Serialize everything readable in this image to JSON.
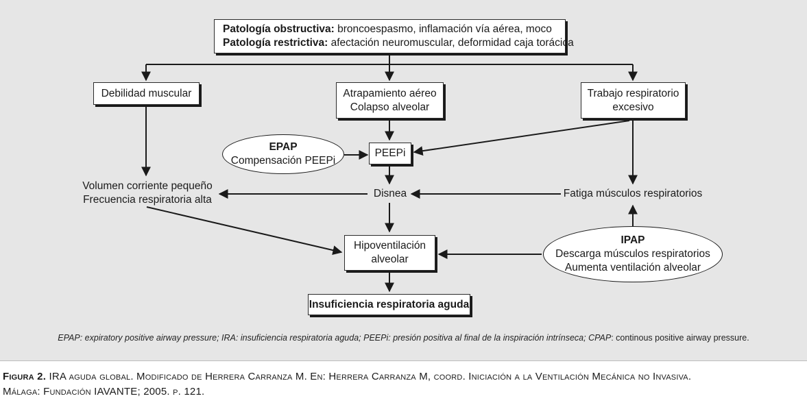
{
  "top_box": {
    "line1_bold": "Patología obstructiva:",
    "line1_text": " broncoespasmo, inflamación vía aérea, moco",
    "line2_bold": "Patología restrictiva:",
    "line2_text": " afectación neuromuscular, deformidad caja torácica"
  },
  "nodes": {
    "debilidad": "Debilidad muscular",
    "atrapamiento_1": "Atrapamiento aéreo",
    "atrapamiento_2": "Colapso alveolar",
    "trabajo_1": "Trabajo respiratorio",
    "trabajo_2": "excesivo",
    "epap_title": "EPAP",
    "epap_text": "Compensación PEEPi",
    "peepi": "PEEPi",
    "volumen_1": "Volumen corriente pequeño",
    "volumen_2": "Frecuencia respiratoria alta",
    "disnea": "Disnea",
    "fatiga": "Fatiga músculos respiratorios",
    "hipo_1": "Hipoventilación",
    "hipo_2": "alveolar",
    "ipap_title": "IPAP",
    "ipap_1": "Descarga músculos respiratorios",
    "ipap_2": "Aumenta ventilación alveolar",
    "ira": "Insuficiencia respiratoria aguda"
  },
  "legend": {
    "t1": "EPAP",
    "d1": ": expiratory positive airway pressure;",
    "t2": " IRA",
    "d2": ": insuficiencia respiratoria aguda;",
    "t3": " PEEPi",
    "d3": ": presión positiva al final de la inspiración intrínseca;",
    "t4": "  CPAP",
    "d4": ": continous positive airway pressure."
  },
  "caption": {
    "fig_label": "Figura 2.",
    "line1": " IRA aguda global. Modificado de Herrera Carranza M. En: Herrera Carranza M, coord. Iniciación a la Ventilación Mecánica no Invasiva.",
    "line2": "Málaga: Fundación IAVANTE; 2005. p. 121."
  },
  "colors": {
    "panel": "#e6e6e6",
    "line": "#1a1a1a",
    "box": "#ffffff"
  }
}
